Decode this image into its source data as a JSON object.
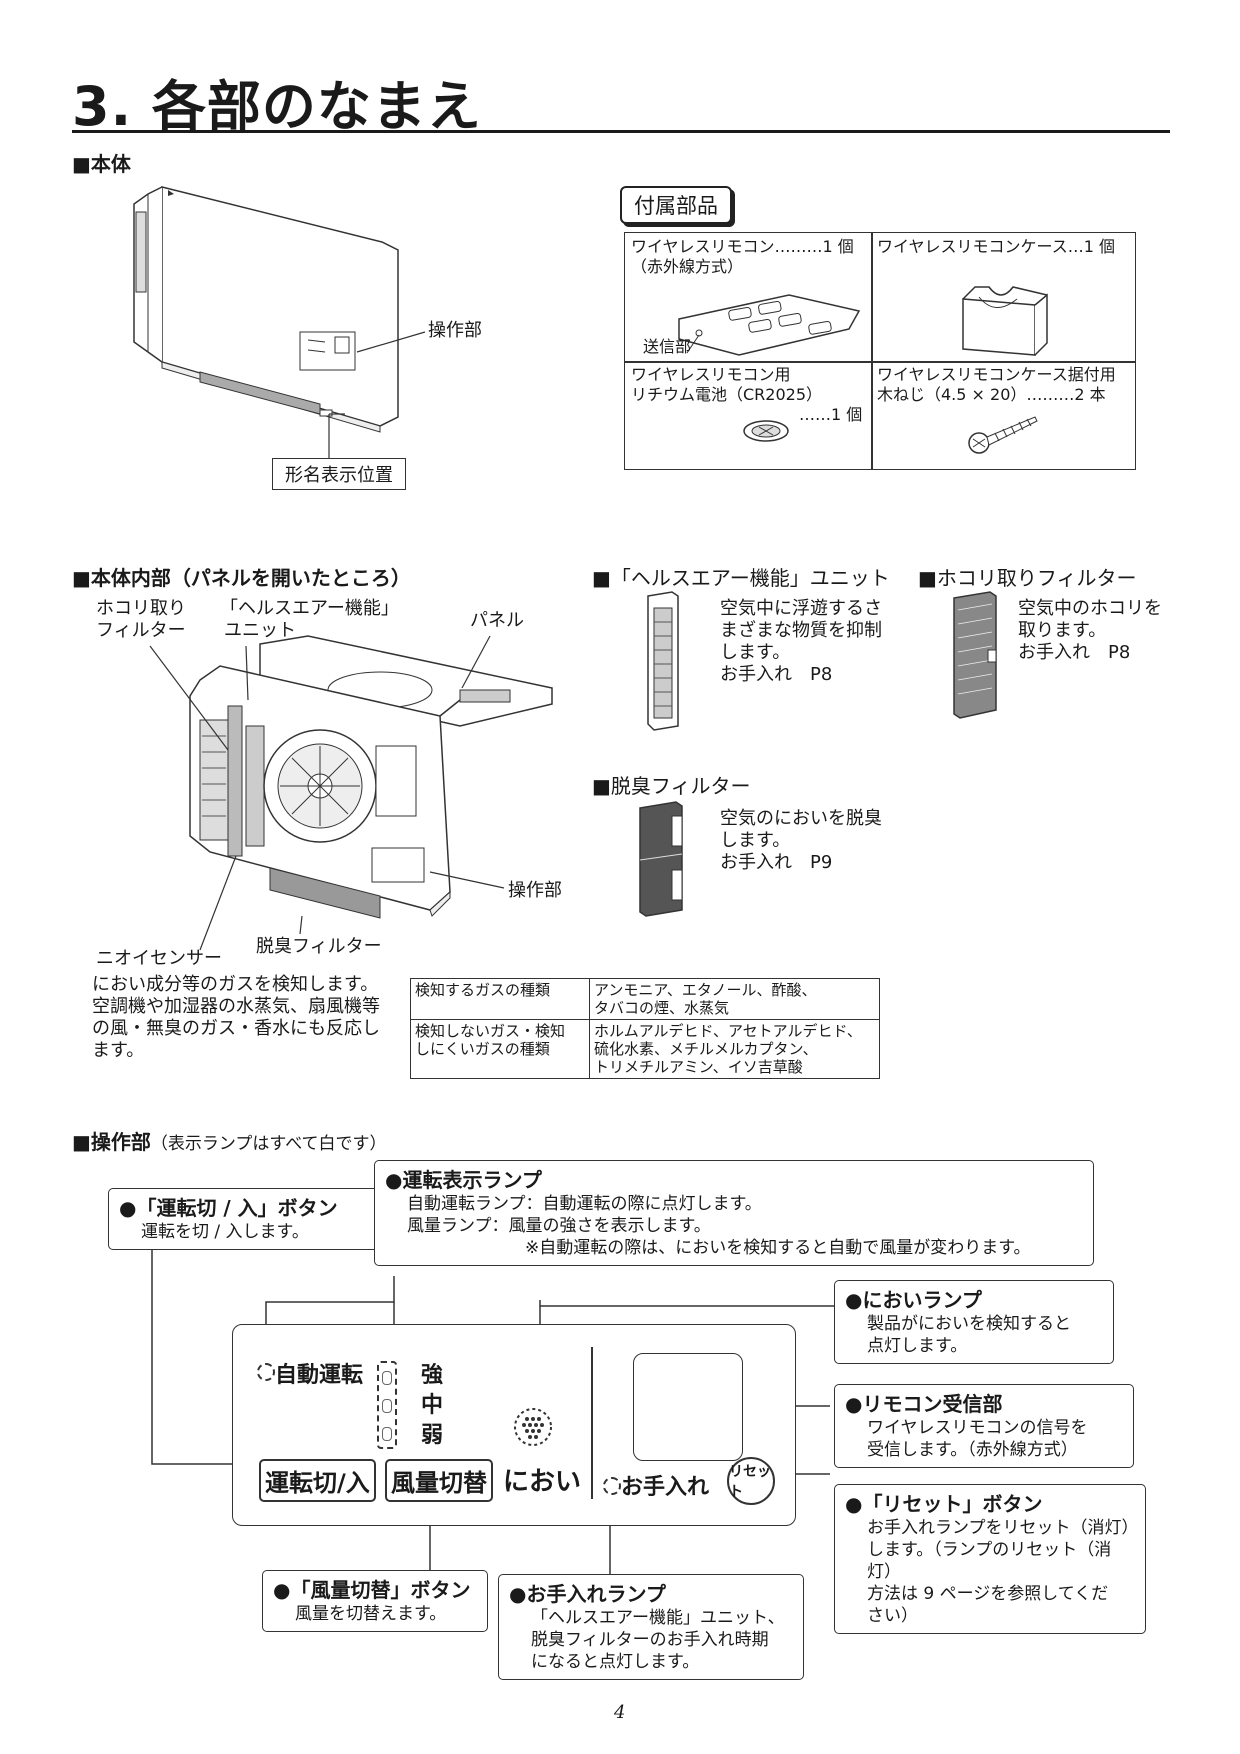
{
  "title": "3. 各部のなまえ",
  "sections": {
    "body": "■本体",
    "inside": "■本体内部（パネルを開いたところ）",
    "health_unit": "■「ヘルスエアー機能」ユニット",
    "dust_filter": "■ホコリ取りフィルター",
    "deodor_filter": "■脱臭フィルター",
    "ops": "■操作部",
    "ops_note": "（表示ランプはすべて白です）"
  },
  "body_labels": {
    "control": "操作部",
    "model_pos": "形名表示位置"
  },
  "accessories": {
    "tag": "付属部品",
    "cells": [
      {
        "line1": "ワイヤレスリモコン………1 個",
        "line2": "（赤外線方式）",
        "line3": "",
        "callout": "送信部"
      },
      {
        "line1": "ワイヤレスリモコンケース…1 個",
        "line2": "",
        "line3": "",
        "callout": ""
      },
      {
        "line1": "ワイヤレスリモコン用",
        "line2": "リチウム電池（CR2025）",
        "line3": "……1 個",
        "callout": ""
      },
      {
        "line1": "ワイヤレスリモコンケース据付用",
        "line2": "木ねじ（4.5 × 20）………2 本",
        "line3": "",
        "callout": ""
      }
    ]
  },
  "inside_labels": {
    "dust_filter": [
      "ホコリ取り",
      "フィルター"
    ],
    "health_unit": [
      "「ヘルスエアー機能」",
      "ユニット"
    ],
    "panel": "パネル",
    "control": "操作部",
    "deodor": "脱臭フィルター",
    "sensor": "ニオイセンサー"
  },
  "sensor_desc": [
    "におい成分等のガスを検知します。",
    "空調機や加湿器の水蒸気、扇風機等",
    "の風・無臭のガス・香水にも反応し",
    "ます。"
  ],
  "gas_table": [
    {
      "head": [
        "検知するガスの種類"
      ],
      "body": [
        "アンモニア、エタノール、酢酸、",
        "タバコの煙、水蒸気"
      ]
    },
    {
      "head": [
        "検知しないガス・検知",
        "しにくいガスの種類"
      ],
      "body": [
        "ホルムアルデヒド、アセトアルデヒド、",
        "硫化水素、メチルメルカプタン、",
        "トリメチルアミン、イソ吉草酸"
      ]
    }
  ],
  "health_desc": [
    "空気中に浮遊するさ",
    "まざまな物質を抑制",
    "します。",
    "お手入れ　P8"
  ],
  "dust_desc": [
    "空気中のホコリを",
    "取ります。",
    "お手入れ　P8"
  ],
  "deodor_desc": [
    "空気のにおいを脱臭",
    "します。",
    "お手入れ　P9"
  ],
  "panel": {
    "auto": "自動運転",
    "strong": "強",
    "mid": "中",
    "weak": "弱",
    "btn_power": "運転切/入",
    "btn_fan": "風量切替",
    "smell": "におい",
    "care": "お手入れ",
    "reset": "リセット"
  },
  "callouts": {
    "power": {
      "h": "●「運転切 / 入」ボタン",
      "b": [
        "運転を切 / 入します。"
      ]
    },
    "run_lamp": {
      "h": "●運転表示ランプ",
      "b": [
        "自動運転ランプ：自動運転の際に点灯します。",
        "風量ランプ：風量の強さを表示します。",
        "※自動運転の際は、においを検知すると自動で風量が変わります。"
      ]
    },
    "smell_lamp": {
      "h": "●においランプ",
      "b": [
        "製品がにおいを検知すると",
        "点灯します。"
      ]
    },
    "receiver": {
      "h": "●リモコン受信部",
      "b": [
        "ワイヤレスリモコンの信号を",
        "受信します。（赤外線方式）"
      ]
    },
    "reset_btn": {
      "h": "●「リセット」ボタン",
      "b": [
        "お手入れランプをリセット（消灯）",
        "します。（ランプのリセット（消灯）",
        "方法は 9 ページを参照してくだ",
        "さい）"
      ]
    },
    "fan_btn": {
      "h": "●「風量切替」ボタン",
      "b": [
        "風量を切替えます。"
      ]
    },
    "care_lamp": {
      "h": "●お手入れランプ",
      "b": [
        "「ヘルスエアー機能」ユニット、",
        "脱臭フィルターのお手入れ時期",
        "になると点灯します。"
      ]
    }
  },
  "page_number": "4"
}
